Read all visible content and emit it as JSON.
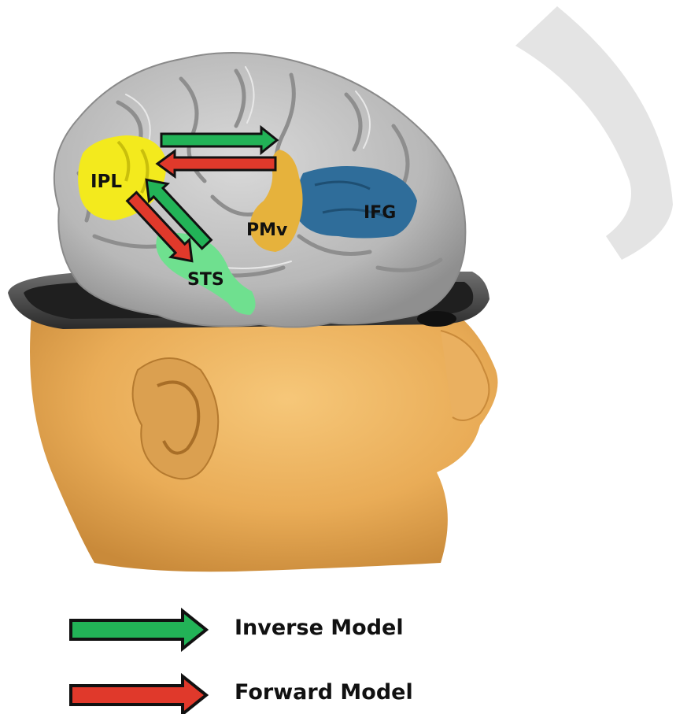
{
  "regions": {
    "ipl": "IPL",
    "sts": "STS",
    "pmv": "PMv",
    "ifg": "IFG"
  },
  "legend": {
    "inverse": "Inverse Model",
    "forward": "Forward Model"
  },
  "colors": {
    "inverse_arrow": "#22b357",
    "forward_arrow": "#e0392b",
    "ipl_region": "#f3ea1d",
    "sts_region": "#6fe08f",
    "pmv_region": "#e6b23c",
    "ifg_region": "#2f6d9a",
    "head_skin": "#eeb563",
    "brain": "#bdbdbd"
  },
  "icons": [
    "head-model-icon",
    "watermark-bracket-icon"
  ]
}
